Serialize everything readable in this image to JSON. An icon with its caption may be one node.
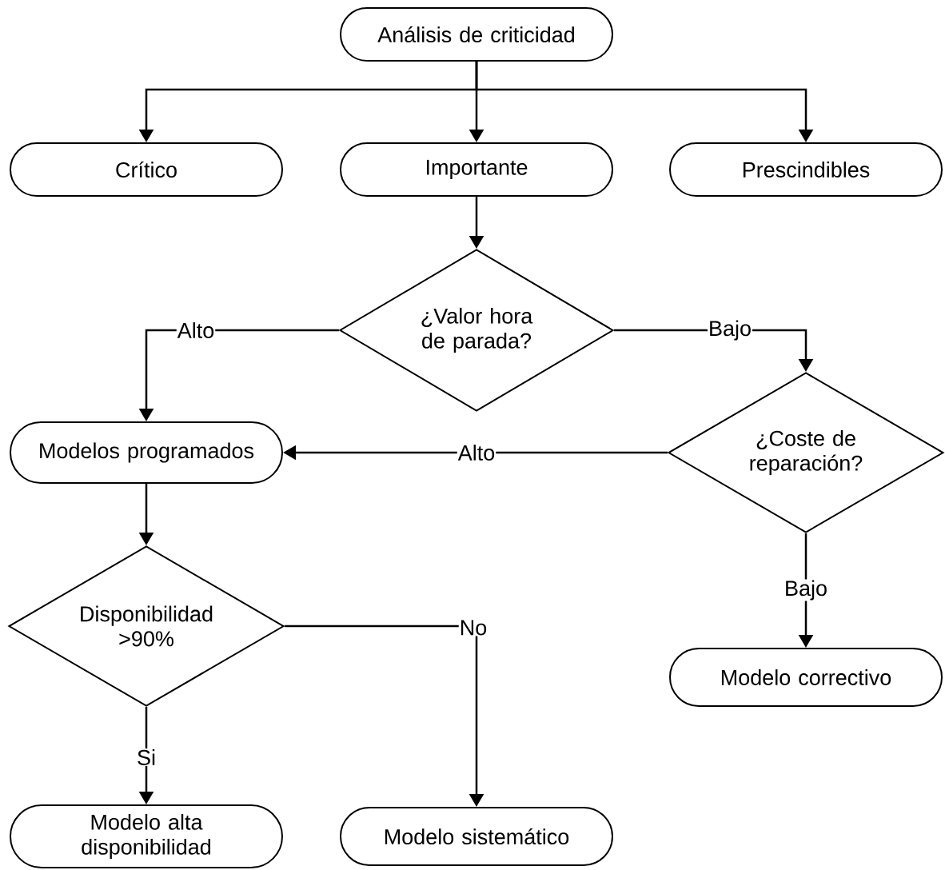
{
  "diagram": {
    "nodes": [
      {
        "text": [
          "Análisis de criticidad"
        ]
      },
      {
        "text": [
          "Crítico"
        ]
      },
      {
        "text": [
          "Importante"
        ]
      },
      {
        "text": [
          "Prescindibles"
        ]
      },
      {
        "text": [
          "¿Valor hora de parada?"
        ]
      },
      {
        "text": [
          "Modelos programados"
        ]
      },
      {
        "text": [
          "¿Coste de reparación?"
        ]
      },
      {
        "text": [
          "Disponibilidad >90%"
        ]
      },
      {
        "text": [
          "Modelo correctivo"
        ]
      },
      {
        "text": [
          "Modelo alta disponibilidad"
        ]
      },
      {
        "text": [
          "Modelo sistemático"
        ]
      }
    ],
    "edges": [
      {
        "from": 0,
        "to": 1,
        "arrow": "to"
      },
      {
        "from": 0,
        "to": 2,
        "arrow": "to"
      },
      {
        "from": 0,
        "to": 3,
        "arrow": "to"
      },
      {
        "from": 2,
        "to": 4,
        "arrow": "to"
      },
      {
        "from": 4,
        "to": 5,
        "arrow": "to",
        "label": "Alto"
      },
      {
        "from": 4,
        "to": 6,
        "arrow": "to",
        "label": "Bajo"
      },
      {
        "from": 6,
        "to": 5,
        "arrow": "to",
        "label": "Alto"
      },
      {
        "from": 5,
        "to": 7,
        "arrow": "to"
      },
      {
        "from": 6,
        "to": 8,
        "arrow": "to",
        "label": "Bajo"
      },
      {
        "from": 7,
        "to": 9,
        "arrow": "to",
        "label": "Si"
      },
      {
        "from": 7,
        "to": 10,
        "arrow": "to",
        "label": "No"
      }
    ]
  }
}
